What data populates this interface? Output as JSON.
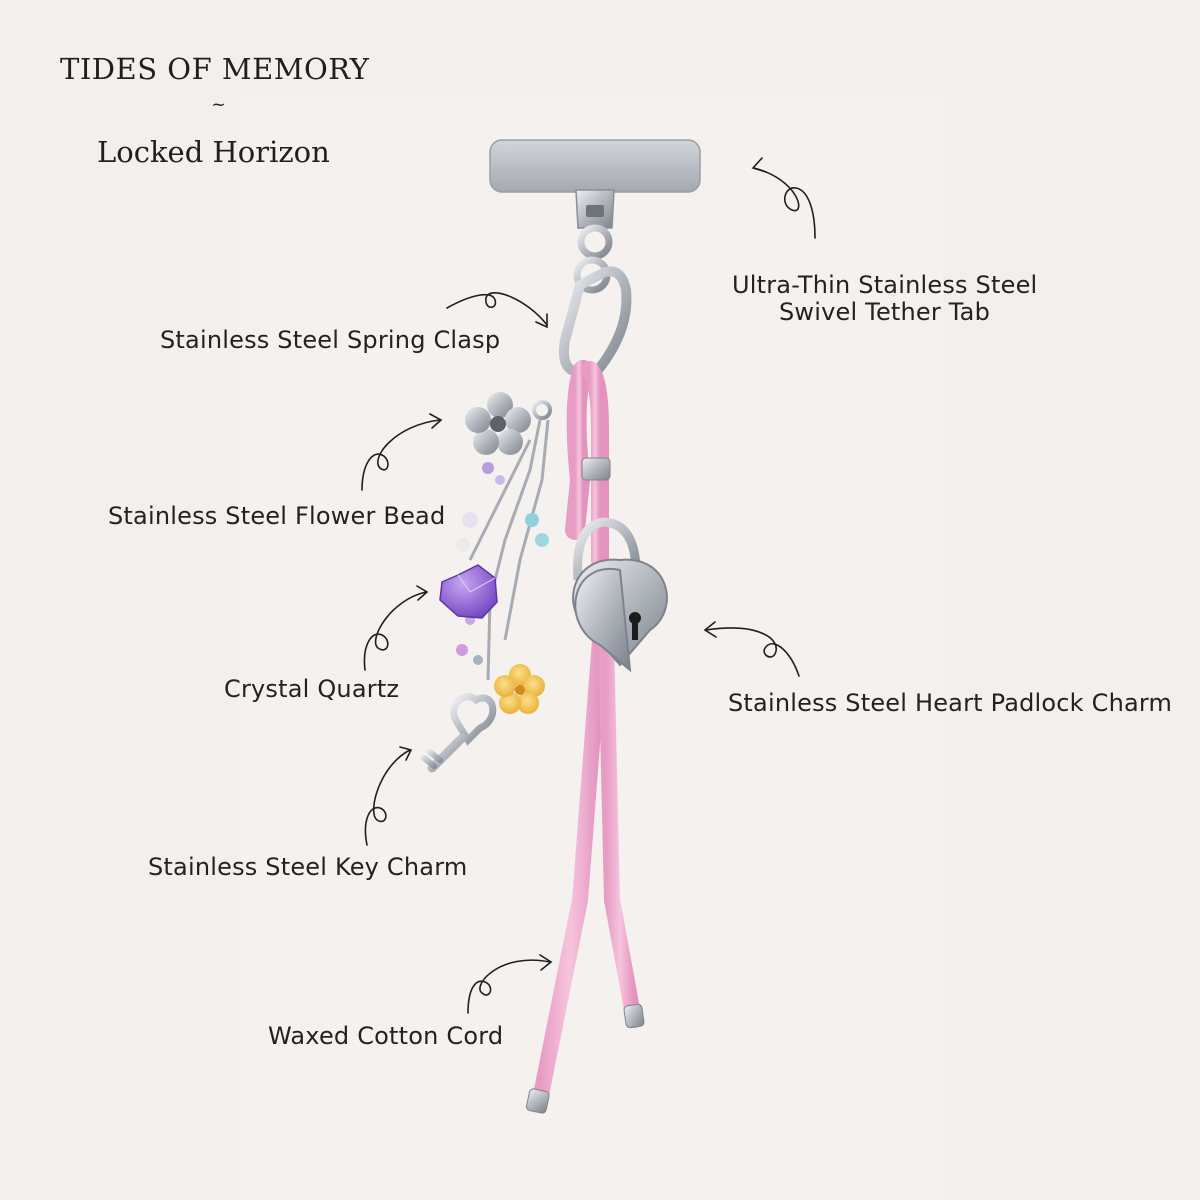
{
  "header": {
    "collection": "TIDES OF MEMORY",
    "separator": "~",
    "product_name": "Locked Horizon"
  },
  "callouts": {
    "tether_tab_line1": "Ultra-Thin Stainless Steel",
    "tether_tab_line2": "Swivel Tether Tab",
    "spring_clasp": "Stainless Steel Spring Clasp",
    "flower_bead": "Stainless Steel Flower Bead",
    "crystal_quartz": "Crystal Quartz",
    "heart_padlock": "Stainless Steel Heart Padlock Charm",
    "key_charm": "Stainless Steel Key Charm",
    "cotton_cord": "Waxed Cotton Cord"
  },
  "colors": {
    "background": "#f2efec",
    "cord_pink": "#f1b3d4",
    "steel": "#c9cbd0",
    "quartz_purple": "#9a6fd6",
    "flower_yellow": "#f2c24e"
  },
  "icons": [
    "curved-arrow-icon",
    "tether-tab-icon",
    "spring-clasp-icon",
    "flower-bead-icon",
    "heart-padlock-icon",
    "key-charm-icon"
  ]
}
